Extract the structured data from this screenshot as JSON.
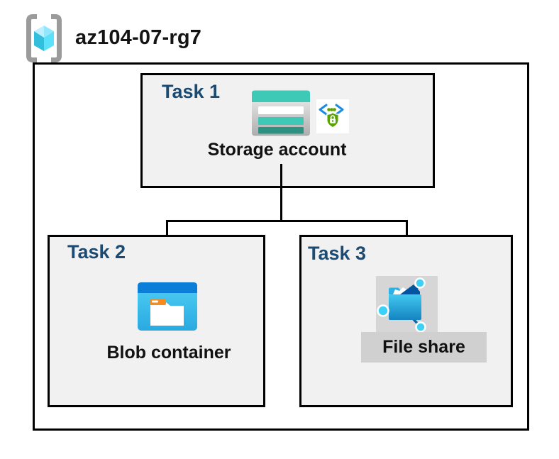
{
  "resource_group": {
    "name": "az104-07-rg7",
    "icon": "resource-group-icon"
  },
  "diagram": {
    "tasks": [
      {
        "label": "Task 1",
        "resource": "Storage account",
        "icons": [
          "storage-account-icon",
          "shared-access-signature-shield-icon"
        ]
      },
      {
        "label": "Task 2",
        "resource": "Blob container",
        "icons": [
          "blob-container-icon"
        ]
      },
      {
        "label": "Task 3",
        "resource": "File share",
        "icons": [
          "file-share-icon"
        ]
      }
    ],
    "connections": [
      {
        "from": "Storage account",
        "to": "Blob container"
      },
      {
        "from": "Storage account",
        "to": "File share"
      }
    ]
  },
  "colors": {
    "task_label": "#1b4a72",
    "box_fill": "#f1f1f1",
    "border": "#000000",
    "storage_teal": "#3ec9b6",
    "storage_teal_dark": "#2b9181",
    "blob_blue_bar": "#0b7ed8",
    "blob_cyan": "#3fc9f0",
    "file_navy": "#02559e",
    "file_cyan_node": "#3ed1f7",
    "sas_green": "#57a300",
    "sas_blue": "#1b8ce3",
    "highlight_gray": "#d0d0d0",
    "cube_cyan_light": "#bfefff",
    "cube_cyan": "#5ce1fb",
    "cube_cyan_dark": "#32bedd",
    "bracket_gray": "#9b9b9b"
  }
}
